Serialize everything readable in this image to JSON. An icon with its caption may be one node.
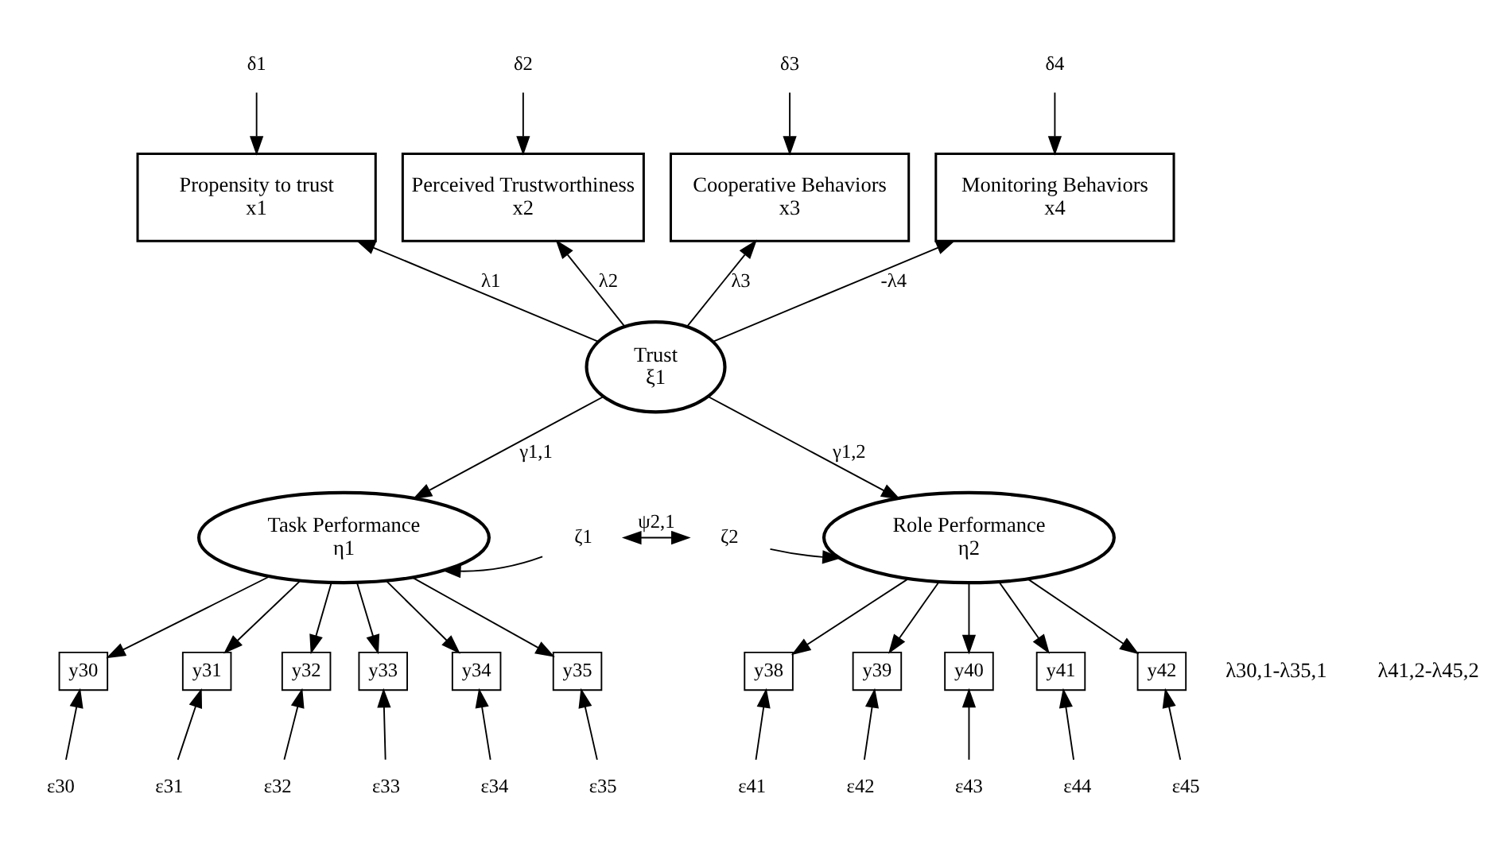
{
  "diagram": {
    "nodes": [
      {
        "text": [
          "δ1"
        ]
      },
      {
        "text": [
          "δ2"
        ]
      },
      {
        "text": [
          "δ3"
        ]
      },
      {
        "text": [
          "δ4"
        ]
      },
      {
        "text": [
          "Propensity to trust",
          "x1"
        ]
      },
      {
        "text": [
          "Perceived Trustworthiness",
          "x2"
        ]
      },
      {
        "text": [
          "Cooperative Behaviors",
          "x3"
        ]
      },
      {
        "text": [
          "Monitoring Behaviors",
          "x4"
        ]
      },
      {
        "text": [
          "Trust",
          "ξ1"
        ]
      },
      {
        "text": [
          "Task Performance",
          "η1"
        ]
      },
      {
        "text": [
          "Role Performance",
          "η2"
        ]
      },
      {
        "text": [
          "ζ1"
        ]
      },
      {
        "text": [
          "ζ2"
        ]
      },
      {
        "text": [
          "y30"
        ]
      },
      {
        "text": [
          "y31"
        ]
      },
      {
        "text": [
          "y32"
        ]
      },
      {
        "text": [
          "y33"
        ]
      },
      {
        "text": [
          "y34"
        ]
      },
      {
        "text": [
          "y35"
        ]
      },
      {
        "text": [
          "y38"
        ]
      },
      {
        "text": [
          "y39"
        ]
      },
      {
        "text": [
          "y40"
        ]
      },
      {
        "text": [
          "y41"
        ]
      },
      {
        "text": [
          "y42"
        ]
      },
      {
        "text": [
          "ε30"
        ]
      },
      {
        "text": [
          "ε31"
        ]
      },
      {
        "text": [
          "ε32"
        ]
      },
      {
        "text": [
          "ε33"
        ]
      },
      {
        "text": [
          "ε34"
        ]
      },
      {
        "text": [
          "ε35"
        ]
      },
      {
        "text": [
          "ε41"
        ]
      },
      {
        "text": [
          "ε42"
        ]
      },
      {
        "text": [
          "ε43"
        ]
      },
      {
        "text": [
          "ε44"
        ]
      },
      {
        "text": [
          "ε45"
        ]
      }
    ],
    "edges": [
      {
        "from": 0,
        "to": 4,
        "arrow": "to"
      },
      {
        "from": 1,
        "to": 5,
        "arrow": "to"
      },
      {
        "from": 2,
        "to": 6,
        "arrow": "to"
      },
      {
        "from": 3,
        "to": 7,
        "arrow": "to"
      },
      {
        "from": 8,
        "to": 4,
        "arrow": "to",
        "label": "λ1"
      },
      {
        "from": 8,
        "to": 5,
        "arrow": "to",
        "label": "λ2"
      },
      {
        "from": 8,
        "to": 6,
        "arrow": "to",
        "label": "λ3"
      },
      {
        "from": 8,
        "to": 7,
        "arrow": "to",
        "label": "-λ4"
      },
      {
        "from": 8,
        "to": 9,
        "arrow": "to",
        "label": "γ1,1"
      },
      {
        "from": 8,
        "to": 10,
        "arrow": "to",
        "label": "γ1,2"
      },
      {
        "from": 11,
        "to": 9,
        "arrow": "to"
      },
      {
        "from": 12,
        "to": 10,
        "arrow": "to"
      },
      {
        "from": 11,
        "to": 12,
        "arrow": "both",
        "label": "ψ2,1"
      },
      {
        "from": 9,
        "to": 13,
        "arrow": "to"
      },
      {
        "from": 9,
        "to": 14,
        "arrow": "to"
      },
      {
        "from": 9,
        "to": 15,
        "arrow": "to"
      },
      {
        "from": 9,
        "to": 16,
        "arrow": "to"
      },
      {
        "from": 9,
        "to": 17,
        "arrow": "to"
      },
      {
        "from": 9,
        "to": 18,
        "arrow": "to"
      },
      {
        "from": 10,
        "to": 19,
        "arrow": "to"
      },
      {
        "from": 10,
        "to": 20,
        "arrow": "to"
      },
      {
        "from": 10,
        "to": 21,
        "arrow": "to"
      },
      {
        "from": 10,
        "to": 22,
        "arrow": "to"
      },
      {
        "from": 10,
        "to": 23,
        "arrow": "to"
      },
      {
        "from": 24,
        "to": 13,
        "arrow": "to"
      },
      {
        "from": 25,
        "to": 14,
        "arrow": "to"
      },
      {
        "from": 26,
        "to": 15,
        "arrow": "to"
      },
      {
        "from": 27,
        "to": 16,
        "arrow": "to"
      },
      {
        "from": 28,
        "to": 17,
        "arrow": "to"
      },
      {
        "from": 29,
        "to": 18,
        "arrow": "to"
      },
      {
        "from": 30,
        "to": 19,
        "arrow": "to"
      },
      {
        "from": 31,
        "to": 20,
        "arrow": "to"
      },
      {
        "from": 32,
        "to": 21,
        "arrow": "to"
      },
      {
        "from": 33,
        "to": 22,
        "arrow": "to"
      },
      {
        "from": 34,
        "to": 23,
        "arrow": "to"
      }
    ],
    "labels": [
      "λ30,1-λ35,1",
      "λ41,2-λ45,2"
    ]
  }
}
